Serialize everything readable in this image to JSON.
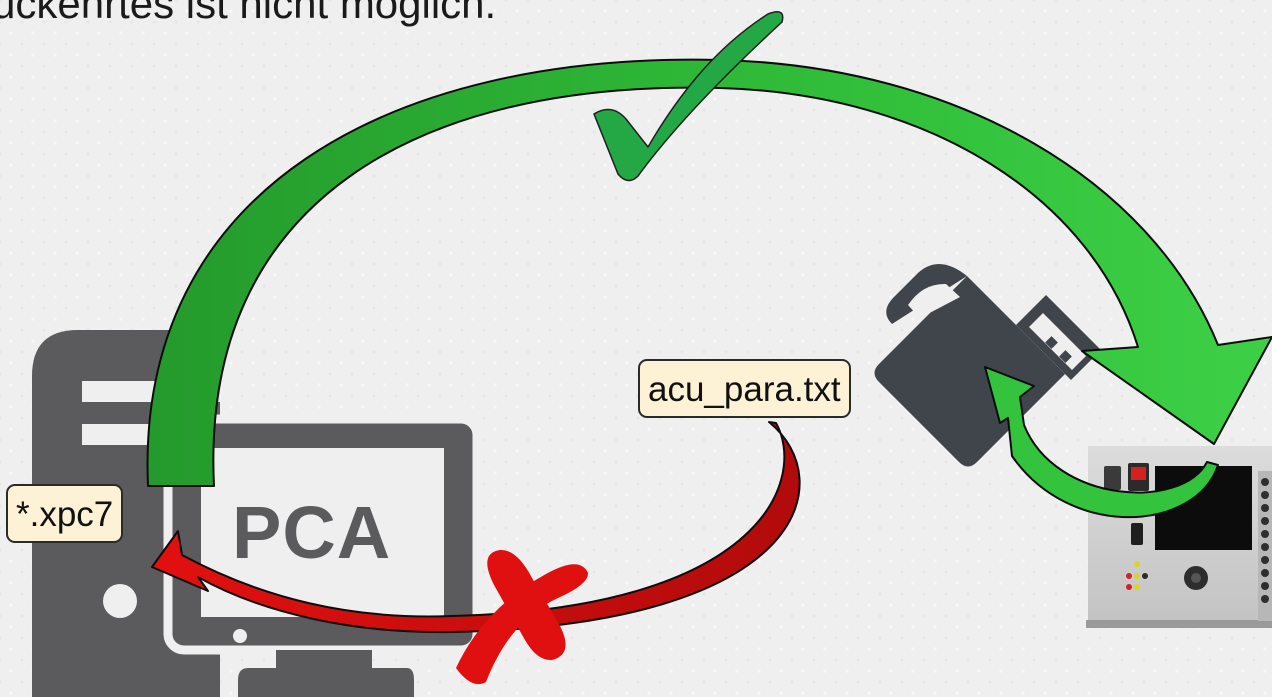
{
  "caption": "ückehrtes ist nicht möglich.",
  "files": {
    "source": "*.xpc7",
    "parameter": "acu_para.txt"
  },
  "computer": {
    "screen_text": "PCA",
    "icon": "desktop-computer-icon"
  },
  "usb_icon": "usb-stick-icon",
  "device_icon": "control-unit-device",
  "arrows": {
    "transfer": {
      "color": "#2db83d",
      "meaning": "allowed"
    },
    "return": {
      "color": "#d81414",
      "meaning": "not-allowed"
    }
  },
  "status": {
    "allowed_icon": "check-mark-icon",
    "blocked_icon": "cross-mark-icon"
  },
  "colors": {
    "green": "#33c33c",
    "red": "#e10f0f",
    "icon_gray": "#5b5b5d",
    "label_fill": "#fdf1d6"
  }
}
